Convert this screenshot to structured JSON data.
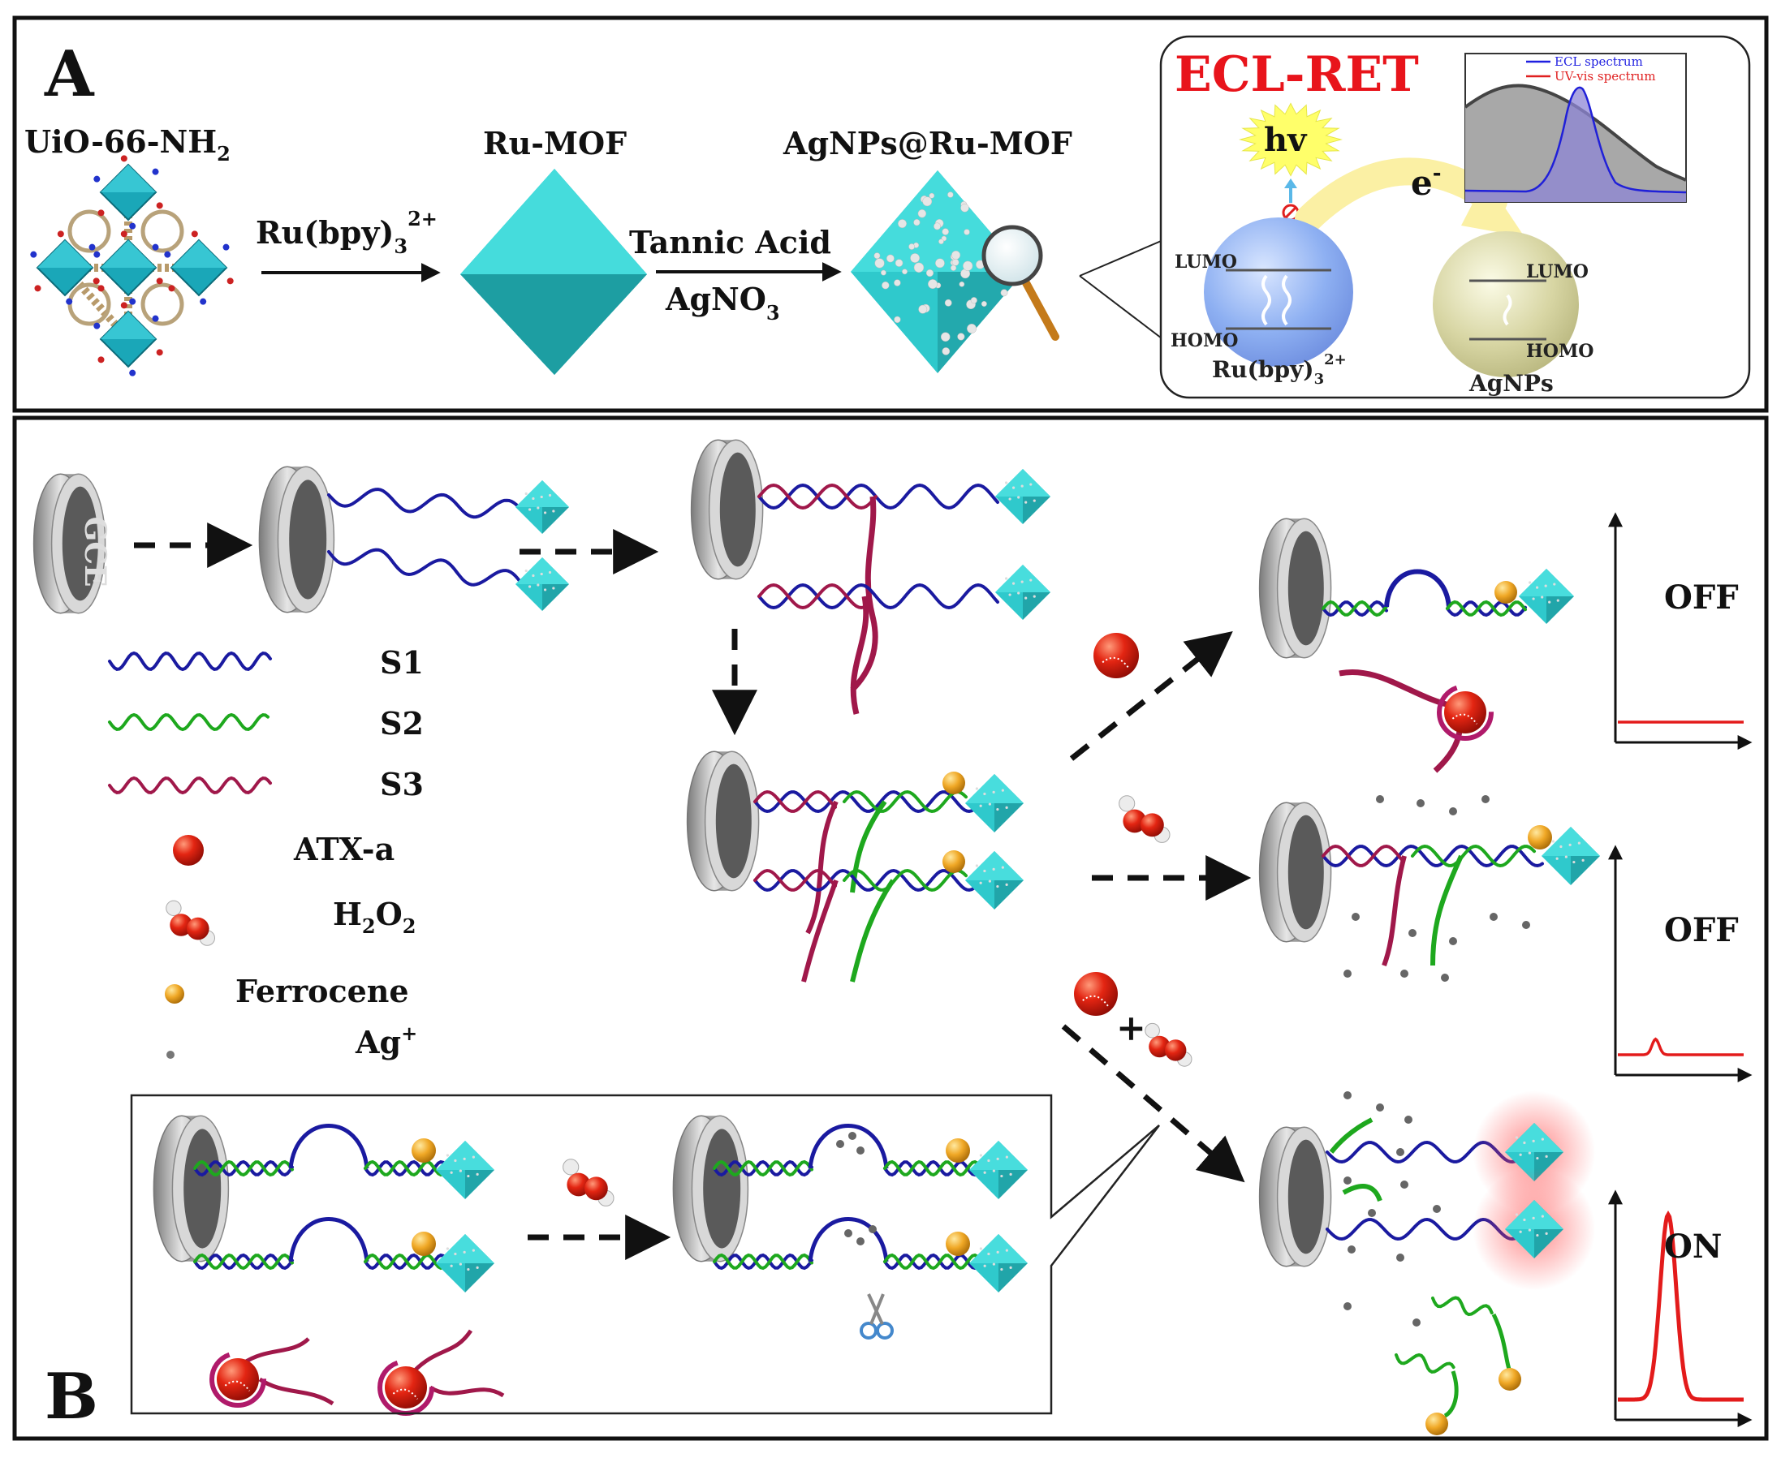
{
  "panel_a": {
    "letter": "A",
    "uio_label": "UiO-66-NH",
    "uio_sub": "2",
    "ru_mof_label": "Ru-MOF",
    "agnps_label": "AgNPs@Ru-MOF",
    "step1_reagent": "Ru(bpy)",
    "step1_sub": "3",
    "step1_sup": "2+",
    "step2_reagent_top": "Tannic Acid",
    "step2_reagent_bottom": "AgNO",
    "step2_sub": "3",
    "callout": {
      "title": "ECL-RET",
      "hv": "hv",
      "electron": "e",
      "electron_sup": "-",
      "donor_lumo": "LUMO",
      "donor_homo": "HOMO",
      "donor_name": "Ru(bpy)",
      "donor_sub": "3",
      "donor_sup": "2+",
      "acceptor_lumo": "LUMO",
      "acceptor_homo": "HOMO",
      "acceptor_name": "AgNPs",
      "legend_ecl": "ECL spectrum",
      "legend_uv": "UV-vis spectrum",
      "colors": {
        "title": "#e8141b",
        "ecl": "#1f1fe0",
        "uv": "#e01f1f"
      }
    }
  },
  "panel_b": {
    "letter": "B",
    "gce_label": "GCE",
    "legend": {
      "s1": "S1",
      "s2": "S2",
      "s3": "S3",
      "atx": "ATX-a",
      "h2o2": "H",
      "h2o2_sub1": "2",
      "h2o2_o": "O",
      "h2o2_sub2": "2",
      "ferrocene": "Ferrocene",
      "ag": "Ag",
      "ag_sup": "+"
    },
    "colors": {
      "s1": "#1a1aa0",
      "s2": "#1ea81e",
      "s3": "#a0184a",
      "signal": "#e31b1b"
    },
    "plus": "+",
    "signals": [
      {
        "state": "OFF",
        "peak_fraction": 0.0
      },
      {
        "state": "OFF",
        "peak_fraction": 0.08
      },
      {
        "state": "ON",
        "peak_fraction": 0.95
      }
    ]
  }
}
